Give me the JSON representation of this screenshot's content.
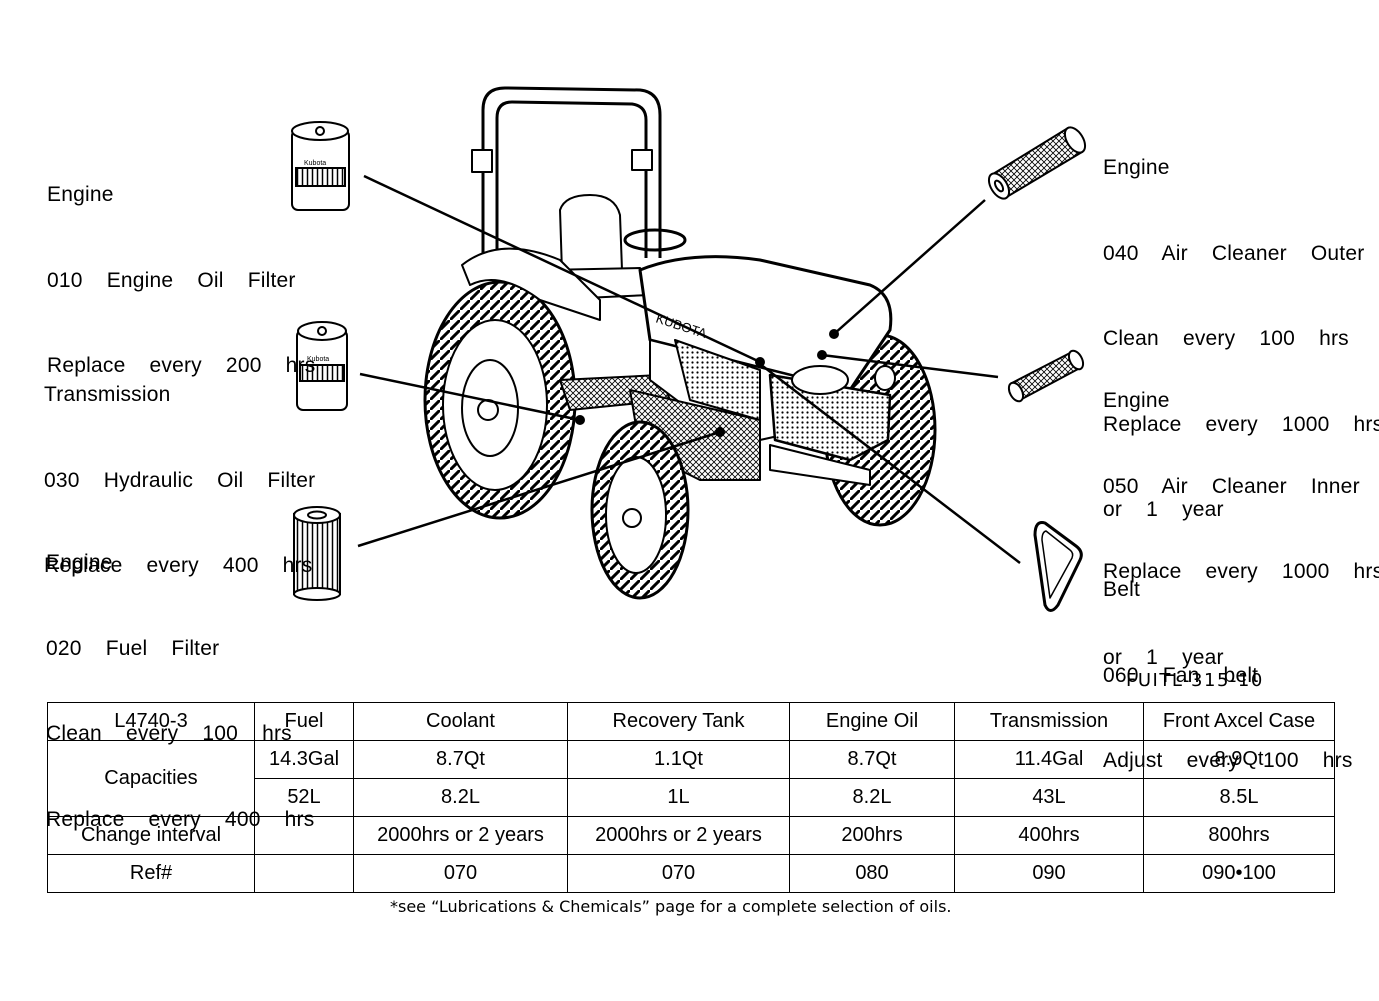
{
  "callouts": {
    "oil_filter": {
      "category": "Engine",
      "part": "010  Engine  Oil  Filter",
      "lines": [
        "Replace  every  200  hrs"
      ]
    },
    "hydraulic_filter": {
      "category": "Transmission",
      "part": "030  Hydraulic  Oil  Filter",
      "lines": [
        "Replace  every  400  hrs"
      ]
    },
    "fuel_filter": {
      "category": "Engine",
      "part": "020  Fuel  Filter",
      "lines": [
        "Clean  every  100  hrs",
        "Replace  every  400  hrs"
      ]
    },
    "air_outer": {
      "category": "Engine",
      "part": "040  Air  Cleaner  Outer",
      "lines": [
        "Clean  every  100  hrs",
        "Replace  every  1000  hrs",
        "or  1  year"
      ]
    },
    "air_inner": {
      "category": "Engine",
      "part": "050  Air  Cleaner  Inner",
      "lines": [
        "Replace  every  1000  hrs",
        "or  1  year"
      ]
    },
    "fan_belt": {
      "category": "Belt",
      "part": "060  Fan  belt",
      "lines": [
        "Adjust  every  100  hrs"
      ]
    }
  },
  "figure_code": "FUITL-315-10",
  "tractor_brand": "KUBOTA",
  "filter_brand": "Kubota",
  "table": {
    "model": "L4740-3",
    "headers": [
      "Fuel",
      "Coolant",
      "Recovery  Tank",
      "Engine  Oil",
      "Transmission",
      "Front  Axcel  Case"
    ],
    "capacities_label": "Capacities",
    "capacities_us": [
      "14.3Gal",
      "8.7Qt",
      "1.1Qt",
      "8.7Qt",
      "11.4Gal",
      "8.9Qt"
    ],
    "capacities_metric": [
      "52L",
      "8.2L",
      "1L",
      "8.2L",
      "43L",
      "8.5L"
    ],
    "change_label": "Change  interval",
    "change": [
      "",
      "2000hrs  or  2  years",
      "2000hrs  or  2  years",
      "200hrs",
      "400hrs",
      "800hrs"
    ],
    "ref_label": "Ref#",
    "ref": [
      "",
      "070",
      "070",
      "080",
      "090",
      "090•100"
    ]
  },
  "footnote": "*see “Lubrications & Chemicals” page for a complete selection of oils."
}
